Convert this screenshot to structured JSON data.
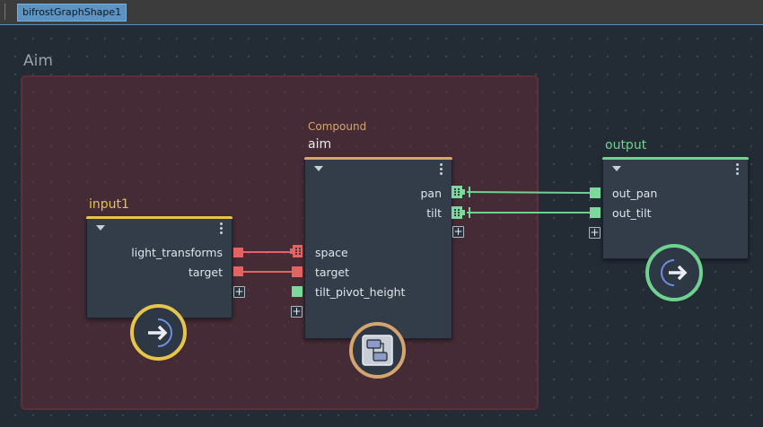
{
  "tab": {
    "label": "bifrostGraphShape1"
  },
  "backdrop": {
    "title": "Aim"
  },
  "nodes": {
    "input1": {
      "name": "input1",
      "ports": [
        "light_transforms",
        "target"
      ]
    },
    "aim": {
      "type_label": "Compound",
      "name": "aim",
      "inputs": [
        "space",
        "target",
        "tilt_pivot_height"
      ],
      "outputs": [
        "pan",
        "tilt"
      ]
    },
    "output": {
      "name": "output",
      "ports": [
        "out_pan",
        "out_tilt"
      ]
    }
  },
  "colors": {
    "input_node": "#e6c54a",
    "compound_node": "#d6a56e",
    "output_node": "#6fd28f",
    "transform_port": "#e46464",
    "float_port": "#7cd89b",
    "backdrop": "#622c34"
  },
  "icons": {
    "input1": "arrow-right-enter-icon",
    "aim": "compound-icon",
    "output": "arrow-right-exit-icon"
  }
}
